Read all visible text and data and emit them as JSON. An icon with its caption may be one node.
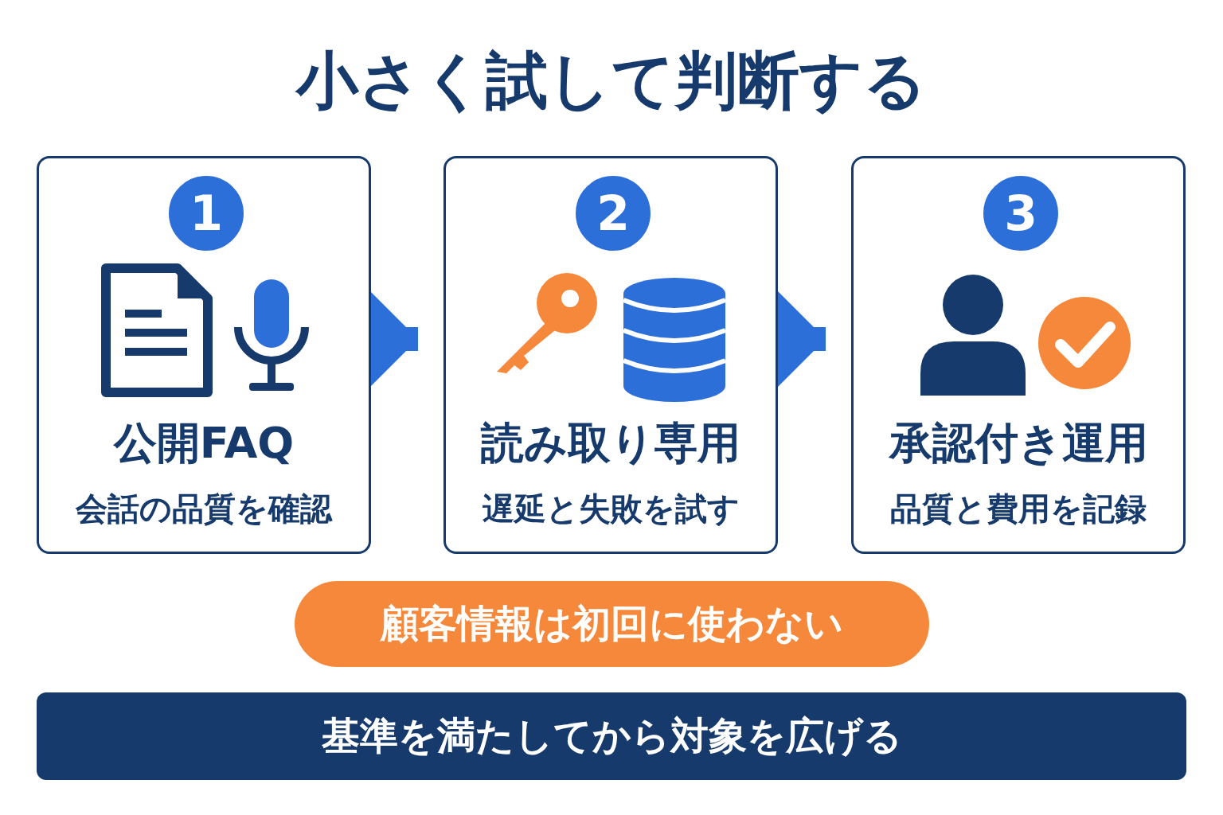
{
  "diagram": {
    "title": "小さく試して判断する",
    "nodes": [
      {
        "text": [
          "公開FAQ",
          "会話の品質を確認"
        ]
      },
      {
        "text": [
          "1"
        ],
        "in": 0
      },
      {
        "text": [
          "読み取り専用",
          "遅延と失敗を試す"
        ]
      },
      {
        "text": [
          "2"
        ],
        "in": 2
      },
      {
        "text": [
          "承認付き運用",
          "品質と費用を記録"
        ]
      },
      {
        "text": [
          "3"
        ],
        "in": 4
      },
      {
        "text": [
          "顧客情報は初回に使わない"
        ]
      },
      {
        "text": [
          "基準を満たしてから対象を広げる"
        ]
      }
    ],
    "edges": [
      {
        "from": 0,
        "to": 2,
        "arrow": "to"
      },
      {
        "from": 2,
        "to": 4,
        "arrow": "to"
      }
    ]
  }
}
